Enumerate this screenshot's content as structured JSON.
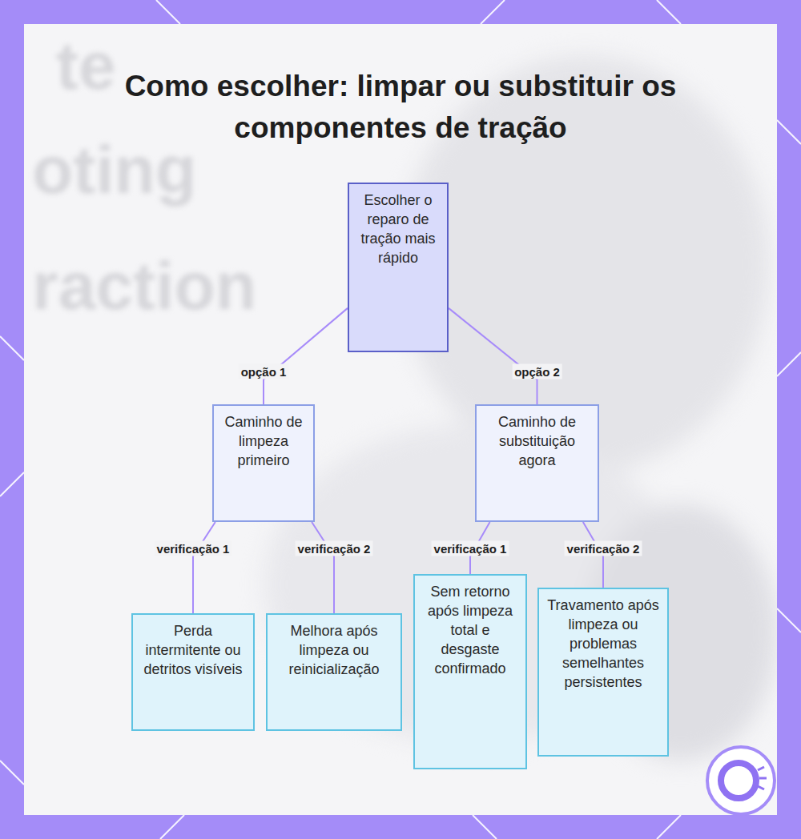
{
  "diagram": {
    "title": "Como escolher: limpar ou substituir os componentes de tração",
    "nodes": [
      {
        "text": [
          "Escolher o reparo de tração mais rápido"
        ]
      },
      {
        "text": [
          "Caminho de limpeza primeiro"
        ]
      },
      {
        "text": [
          "Caminho de substituição agora"
        ]
      },
      {
        "text": [
          "Perda intermitente ou detritos visíveis"
        ]
      },
      {
        "text": [
          "Melhora após limpeza ou reinicialização"
        ]
      },
      {
        "text": [
          "Sem retorno após limpeza total e desgaste confirmado"
        ]
      },
      {
        "text": [
          "Travamento após limpeza ou problemas semelhantes persistentes"
        ]
      }
    ],
    "edges": [
      {
        "from": 0,
        "to": 1,
        "label": "opção 1",
        "arrow": "none"
      },
      {
        "from": 0,
        "to": 2,
        "label": "opção 2",
        "arrow": "none"
      },
      {
        "from": 1,
        "to": 3,
        "label": "verificação 1",
        "arrow": "none"
      },
      {
        "from": 1,
        "to": 4,
        "label": "verificação 2",
        "arrow": "none"
      },
      {
        "from": 2,
        "to": 5,
        "label": "verificação 1",
        "arrow": "none"
      },
      {
        "from": 2,
        "to": 6,
        "label": "verificação 2",
        "arrow": "none"
      }
    ],
    "labels": [
      "te",
      "oting",
      "raction"
    ]
  }
}
